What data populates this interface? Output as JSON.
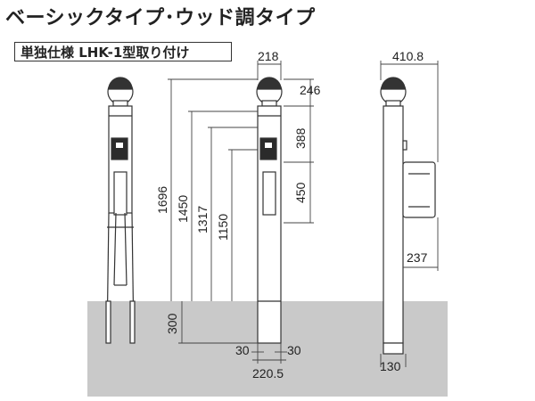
{
  "title": "ベーシックタイプ･ウッド調タイプ",
  "subtitle": "単独仕様 LHK-1型取り付け",
  "dimensions": {
    "top_width": "218",
    "side_width": "410.8",
    "lamp_height": "246",
    "h_388": "388",
    "h_450": "450",
    "total_1696": "1696",
    "h_1450": "1450",
    "h_1317": "1317",
    "h_1150": "1150",
    "embed_300": "300",
    "leg_left": "30",
    "leg_right": "30",
    "base_width": "220.5",
    "side_237": "237",
    "side_130": "130"
  },
  "colors": {
    "ground": "#c9c9c9",
    "line": "#333333",
    "panel": "#2b2b2b"
  }
}
